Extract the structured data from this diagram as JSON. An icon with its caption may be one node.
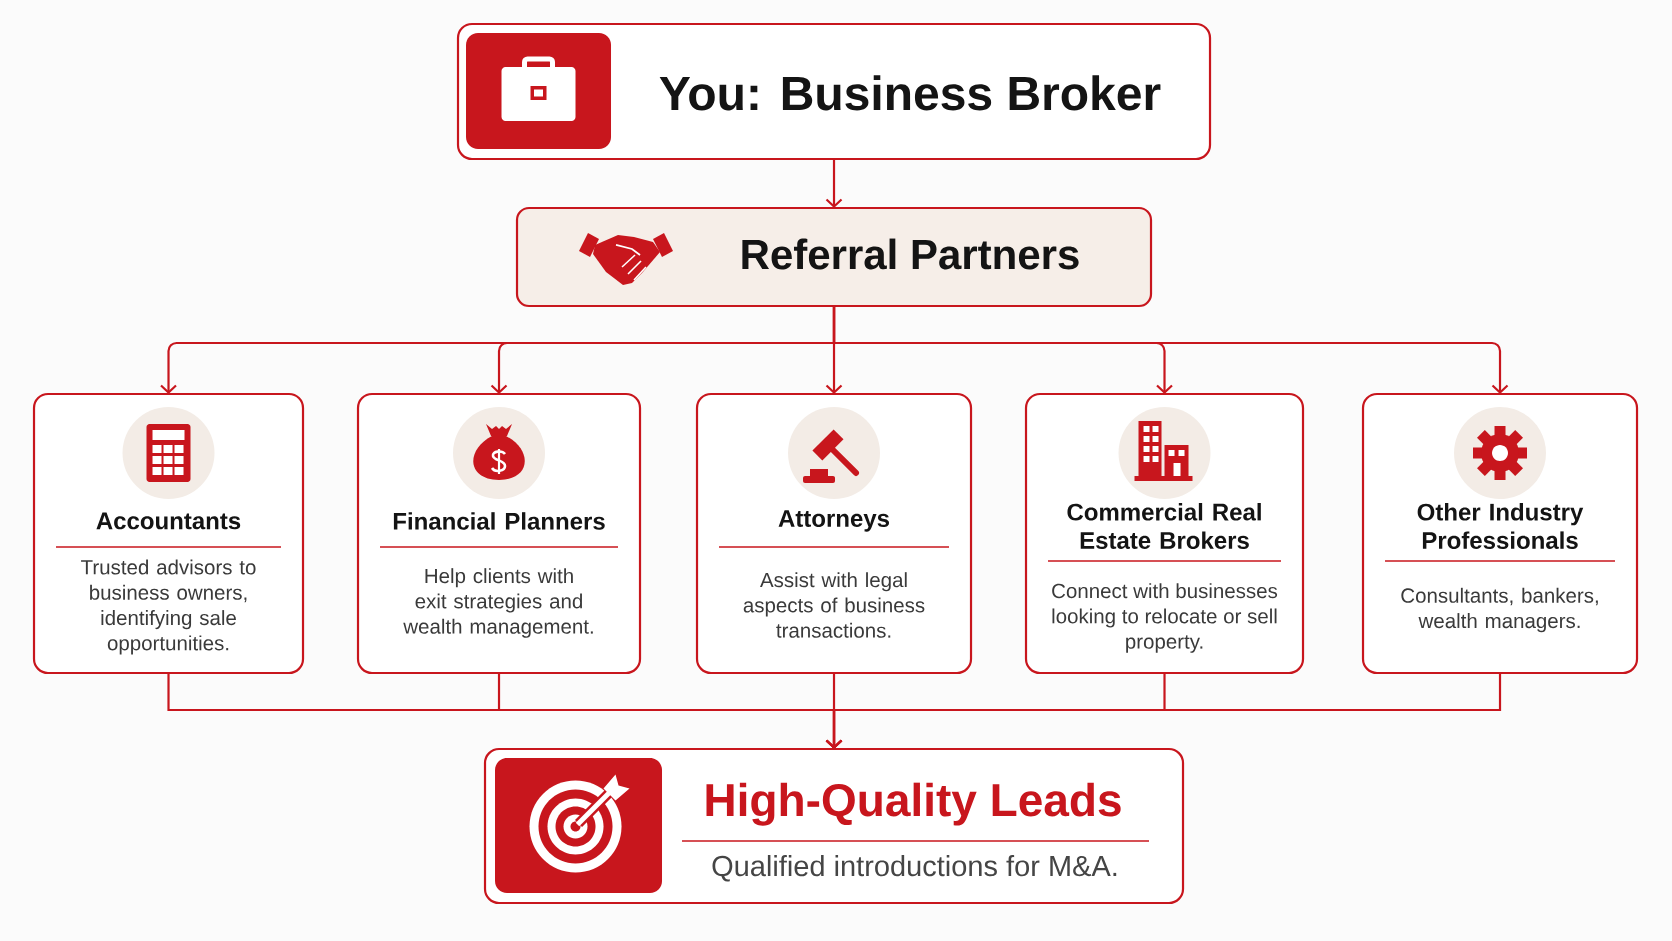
{
  "diagram": {
    "nodes": [
      {
        "text": [
          "You: Business Broker"
        ]
      },
      {
        "text": [
          "Referral Partners"
        ]
      },
      {
        "text": [
          "Accountants",
          "Trusted advisors to business owners, identifying sale opportunities."
        ]
      },
      {
        "text": [
          "Financial Planners",
          "Help clients with exit strategies and wealth management."
        ]
      },
      {
        "text": [
          "Attorneys",
          "Assist with legal aspects of business transactions."
        ]
      },
      {
        "text": [
          "Commercial Real Estate Brokers",
          "Connect with businesses looking to relocate or sell property."
        ]
      },
      {
        "text": [
          "Other Industry Professionals",
          "Consultants, bankers, wealth managers."
        ]
      },
      {
        "text": [
          "High-Quality Leads",
          "Qualified introductions for M&A."
        ]
      }
    ],
    "edges": [
      {
        "from": 0,
        "to": 1,
        "arrow": "to"
      },
      {
        "from": 1,
        "to": 2,
        "arrow": "to"
      },
      {
        "from": 1,
        "to": 3,
        "arrow": "to"
      },
      {
        "from": 1,
        "to": 4,
        "arrow": "to"
      },
      {
        "from": 1,
        "to": 5,
        "arrow": "to"
      },
      {
        "from": 1,
        "to": 6,
        "arrow": "to"
      },
      {
        "from": 2,
        "to": 7,
        "arrow": "to"
      },
      {
        "from": 3,
        "to": 7,
        "arrow": "to"
      },
      {
        "from": 4,
        "to": 7,
        "arrow": "to"
      },
      {
        "from": 5,
        "to": 7,
        "arrow": "to"
      },
      {
        "from": 6,
        "to": 7,
        "arrow": "to"
      }
    ]
  }
}
